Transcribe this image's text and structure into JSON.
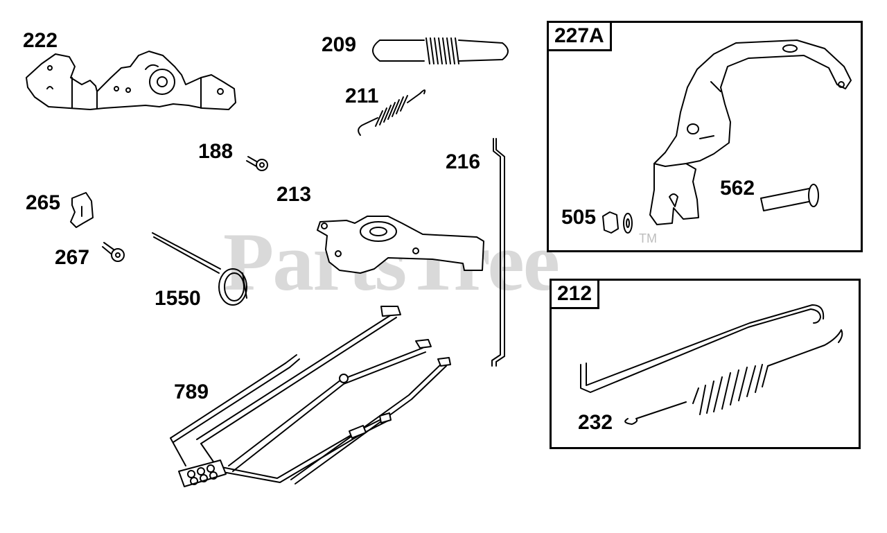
{
  "watermark": "PartsTree",
  "trademark": "TM",
  "parts": {
    "p222": "222",
    "p209": "209",
    "p211": "211",
    "p188": "188",
    "p213": "213",
    "p216": "216",
    "p265": "265",
    "p267": "267",
    "p1550": "1550",
    "p789": "789"
  },
  "box_227a": {
    "title": "227A",
    "p562": "562",
    "p505": "505"
  },
  "box_212": {
    "title": "212",
    "p232": "232"
  }
}
